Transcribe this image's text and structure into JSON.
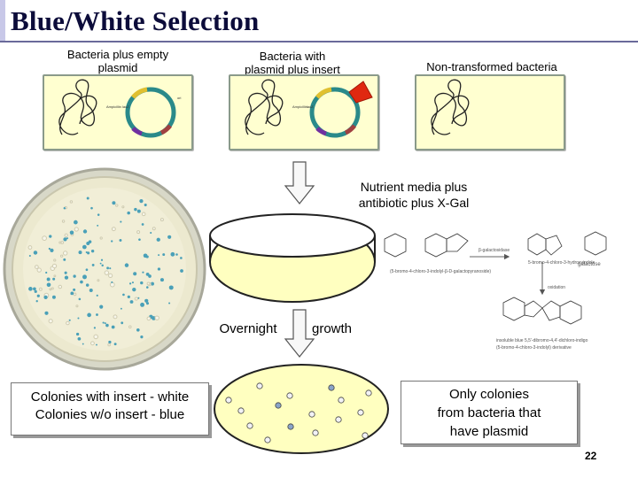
{
  "title": "Blue/White Selection",
  "labels": {
    "empty_plasmid": [
      "Bacteria plus empty",
      "plasmid"
    ],
    "plasmid_insert": [
      "Bacteria with",
      "plasmid plus insert"
    ],
    "non_transformed": "Non-transformed bacteria",
    "nutrient_media": [
      "Nutrient media plus",
      "antibiotic plus X-Gal"
    ],
    "overnight": "Overnight",
    "growth": "growth",
    "colonies_callout": [
      "Colonies with insert - white",
      "Colonies w/o insert - blue"
    ],
    "only_colonies_callout": [
      "Only colonies",
      "from bacteria that",
      "have plasmid"
    ]
  },
  "slide_number": "22",
  "colors": {
    "cell_fill": "#ffffd0",
    "plate_border": "#222222",
    "blue_colony": "#4aa0b8",
    "plasmid_ring": "#2a8a8a",
    "insert": "#e02810"
  }
}
